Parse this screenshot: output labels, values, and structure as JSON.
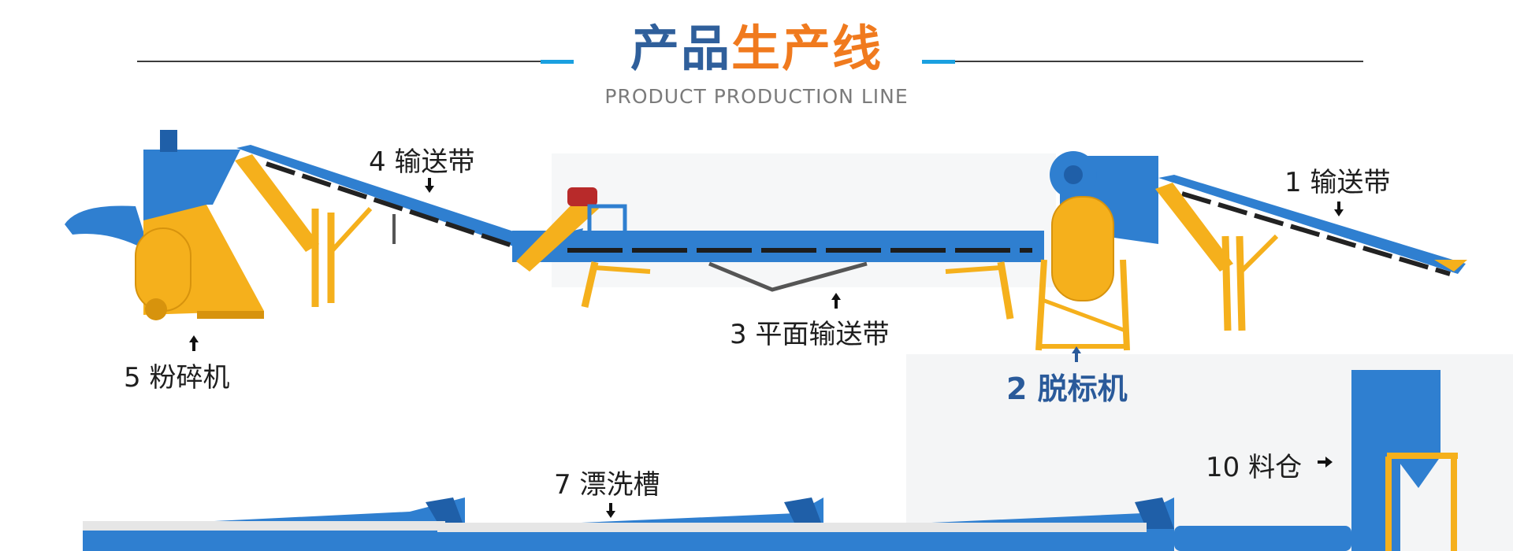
{
  "header": {
    "title_blue": "产品",
    "title_orange": "生产线",
    "subtitle": "PRODUCT PRODUCTION LINE"
  },
  "labels": {
    "conveyor_1": "1 输送带",
    "delabeler_2": "2 脱标机",
    "flat_conveyor_3": "3 平面输送带",
    "conveyor_4": "4 输送带",
    "crusher_5": "5 粉碎机",
    "rinse_tank_7": "7 漂洗槽",
    "silo_10": "10 料仓"
  },
  "colors": {
    "machine_blue": "#2f7fd0",
    "machine_blue_dark": "#1f5fa8",
    "machine_yellow": "#f5b01c",
    "machine_yellow_dark": "#d7930d",
    "accent_line": "#1aa0e0",
    "label_highlight": "#2a5a9a"
  }
}
